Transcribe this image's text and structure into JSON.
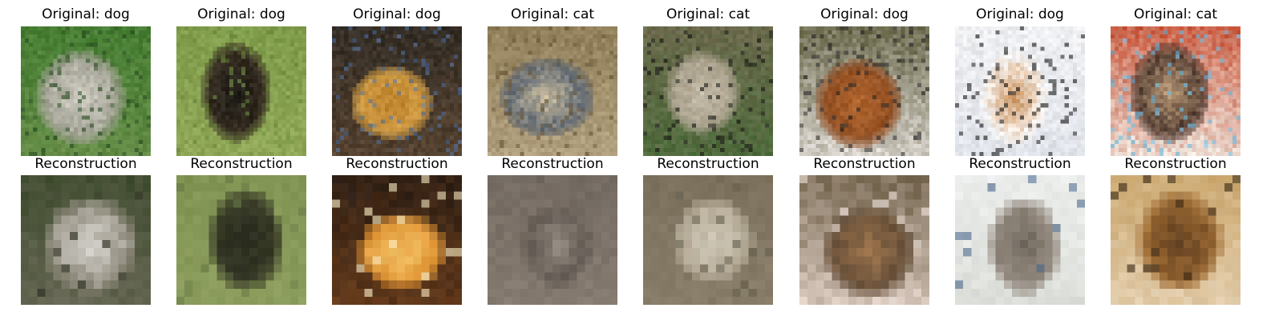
{
  "columns": [
    {
      "original_title": "Original: dog",
      "reconstruction_title": "Reconstruction",
      "original_palette": {
        "bg": "#3f7a2e",
        "bg2": "#6b8f4b",
        "subject": "#d9d6cc",
        "subject2": "#9a9a8c",
        "accent": "#2a4f23"
      },
      "recon_palette": {
        "bg": "#3d4a2c",
        "bg2": "#6a6a58",
        "subject": "#e2e0dc",
        "subject2": "#8b8677",
        "accent": "#2c2f22"
      }
    },
    {
      "original_title": "Original: dog",
      "reconstruction_title": "Reconstruction",
      "original_palette": {
        "bg": "#7c9a48",
        "bg2": "#93aa5a",
        "subject": "#1b1b17",
        "subject2": "#3a2f22",
        "accent": "#6f8c40"
      },
      "recon_palette": {
        "bg": "#7e9150",
        "bg2": "#8fa060",
        "subject": "#23261a",
        "subject2": "#3d3f2a",
        "accent": "#6a7c45"
      }
    },
    {
      "original_title": "Original: dog",
      "reconstruction_title": "Reconstruction",
      "original_palette": {
        "bg": "#2e2a24",
        "bg2": "#5c4632",
        "subject": "#b97a25",
        "subject2": "#d4a24a",
        "accent": "#4f6fa0"
      },
      "recon_palette": {
        "bg": "#2a1d14",
        "bg2": "#6b3e1c",
        "subject": "#f2c56a",
        "subject2": "#e0902f",
        "accent": "#fff2c8"
      }
    },
    {
      "original_title": "Original: cat",
      "reconstruction_title": "Reconstruction",
      "original_palette": {
        "bg": "#8c7a55",
        "bg2": "#b8a785",
        "subject": "#d8c8a4",
        "subject2": "#4e5a6b",
        "accent": "#6c5a3a"
      },
      "recon_palette": {
        "bg": "#6f665e",
        "bg2": "#8a7f74",
        "subject": "#9d938a",
        "subject2": "#5d554e",
        "accent": "#7c736b"
      }
    },
    {
      "original_title": "Original: cat",
      "reconstruction_title": "Reconstruction",
      "original_palette": {
        "bg": "#6f6a4f",
        "bg2": "#4b6b3a",
        "subject": "#c8c0ad",
        "subject2": "#a69d88",
        "accent": "#1a1a18"
      },
      "recon_palette": {
        "bg": "#7a6f5a",
        "bg2": "#8b806b",
        "subject": "#d2cabb",
        "subject2": "#b1a793",
        "accent": "#66604f"
      }
    },
    {
      "original_title": "Original: dog",
      "reconstruction_title": "Reconstruction",
      "original_palette": {
        "bg": "#5b5a3a",
        "bg2": "#e8e2de",
        "subject": "#b86a2e",
        "subject2": "#8a4a22",
        "accent": "#2a2a2a"
      },
      "recon_palette": {
        "bg": "#6b5c45",
        "bg2": "#e9d9cf",
        "subject": "#a3784e",
        "subject2": "#5f4a36",
        "accent": "#f4e8e2"
      }
    },
    {
      "original_title": "Original: dog",
      "reconstruction_title": "Reconstruction",
      "original_palette": {
        "bg": "#f1f1f3",
        "bg2": "#dfe3ea",
        "subject": "#c98a4f",
        "subject2": "#fbfbfb",
        "accent": "#1b1b1b"
      },
      "recon_palette": {
        "bg": "#eef0ef",
        "bg2": "#d9dcd6",
        "subject": "#6a6258",
        "subject2": "#9a9086",
        "accent": "#4c6a8e"
      }
    },
    {
      "original_title": "Original: cat",
      "reconstruction_title": "Reconstruction",
      "original_palette": {
        "bg": "#c44b2e",
        "bg2": "#f2efe8",
        "subject": "#d8b58d",
        "subject2": "#3d2a23",
        "accent": "#66b9e3"
      },
      "recon_palette": {
        "bg": "#c9a56a",
        "bg2": "#e6d2b4",
        "subject": "#5a3a1e",
        "subject2": "#a36f35",
        "accent": "#3a2a18"
      }
    }
  ]
}
